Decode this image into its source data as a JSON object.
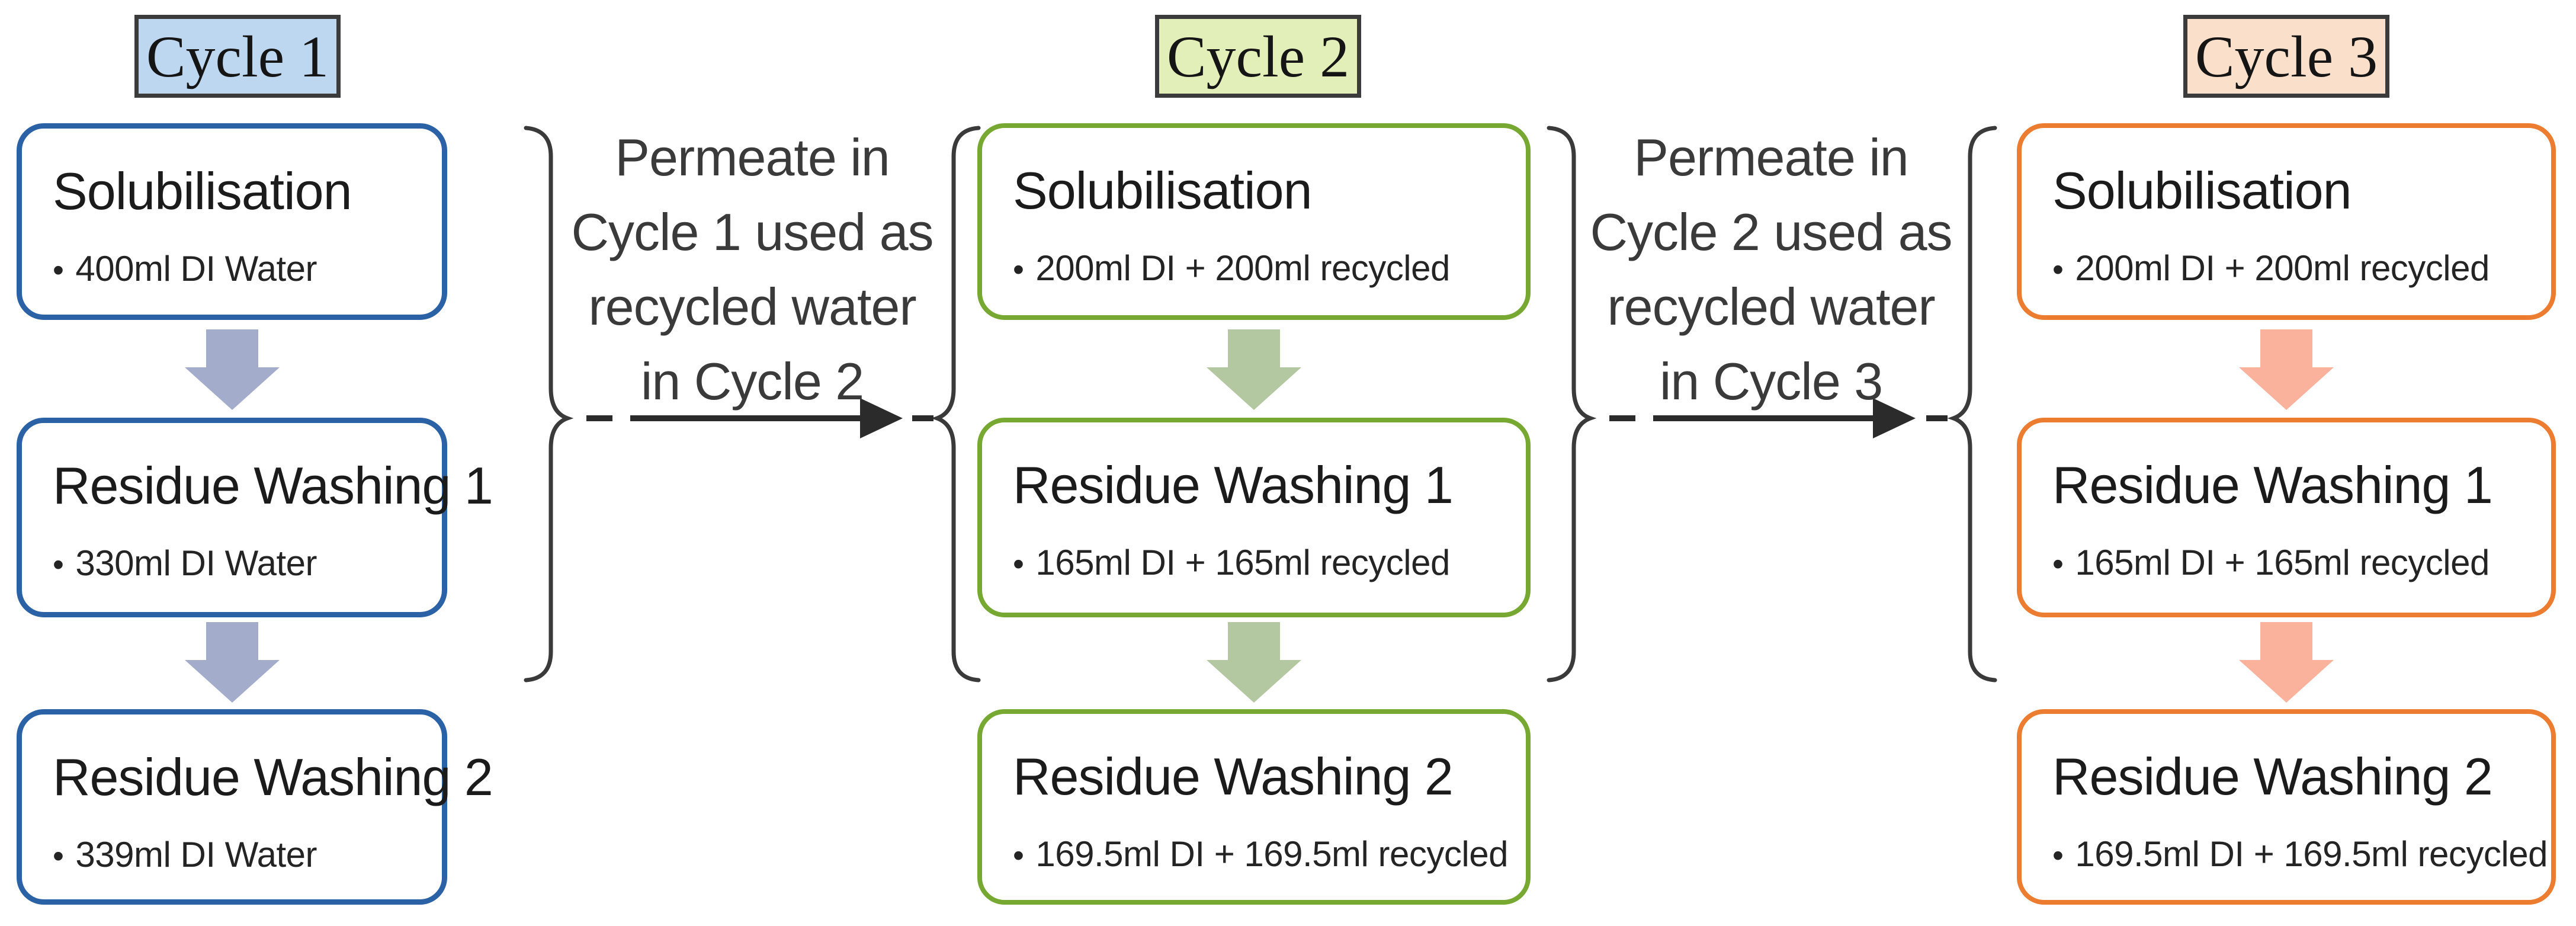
{
  "diagram": {
    "bullet_char": "•",
    "cycles": [
      {
        "label": "Cycle 1",
        "colors": {
          "border": "#2B62A5",
          "arrow": "#A3ADCB",
          "label_bg": "#BDD7F0"
        },
        "steps": [
          {
            "title": "Solubilisation",
            "detail": "400ml DI Water"
          },
          {
            "title": "Residue Washing 1",
            "detail": "330ml DI Water"
          },
          {
            "title": "Residue Washing 2",
            "detail": "339ml DI Water"
          }
        ]
      },
      {
        "label": "Cycle 2",
        "colors": {
          "border": "#76A832",
          "arrow": "#B3C8A0",
          "label_bg": "#E3EFB9"
        },
        "steps": [
          {
            "title": "Solubilisation",
            "detail": "200ml DI + 200ml recycled"
          },
          {
            "title": "Residue Washing 1",
            "detail": "165ml DI + 165ml recycled"
          },
          {
            "title": "Residue Washing 2",
            "detail": "169.5ml DI + 169.5ml recycled"
          }
        ]
      },
      {
        "label": "Cycle 3",
        "colors": {
          "border": "#EC7C2F",
          "arrow": "#FBB29C",
          "label_bg": "#FADFCA"
        },
        "steps": [
          {
            "title": "Solubilisation",
            "detail": "200ml DI + 200ml recycled"
          },
          {
            "title": "Residue Washing 1",
            "detail": "165ml DI + 165ml recycled"
          },
          {
            "title": "Residue Washing 2",
            "detail": "169.5ml DI + 169.5ml recycled"
          }
        ]
      }
    ],
    "connectors": [
      {
        "lines": [
          "Permeate in",
          "Cycle 1 used as",
          "recycled water",
          "in Cycle 2"
        ]
      },
      {
        "lines": [
          "Permeate in",
          "Cycle 2 used as",
          "recycled water",
          "in Cycle 3"
        ]
      }
    ]
  }
}
